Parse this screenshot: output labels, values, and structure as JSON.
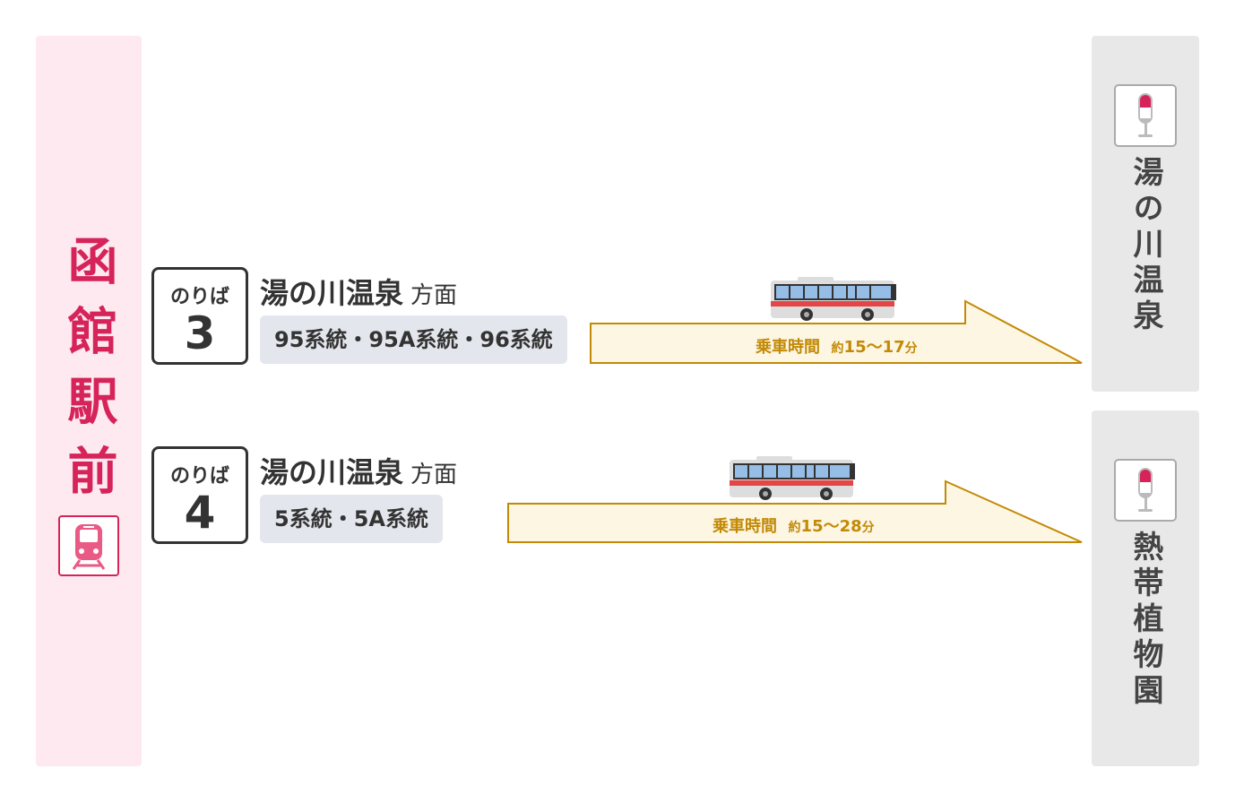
{
  "origin": {
    "name": "函館駅前",
    "icon": "train-icon"
  },
  "destinations": [
    {
      "name": "湯の川温泉",
      "icon": "bus-stop-icon"
    },
    {
      "name": "熱帯植物園",
      "icon": "bus-stop-icon"
    }
  ],
  "routes": [
    {
      "platform_label": "のりば",
      "platform_number": "3",
      "destination": "湯の川温泉",
      "direction_suffix": "方面",
      "lines": "95系統・95A系統・96系統",
      "ride_label": "乗車時間",
      "approx": "約",
      "duration": "15〜17",
      "unit": "分"
    },
    {
      "platform_label": "のりば",
      "platform_number": "4",
      "destination": "湯の川温泉",
      "direction_suffix": "方面",
      "lines": "5系統・5A系統",
      "ride_label": "乗車時間",
      "approx": "約",
      "duration": "15〜28",
      "unit": "分"
    }
  ],
  "colors": {
    "accent": "#d6245a",
    "arrow_fill": "#fdf6e3",
    "arrow_stroke": "#c28a06",
    "panel_gray": "#e8e8e8"
  }
}
